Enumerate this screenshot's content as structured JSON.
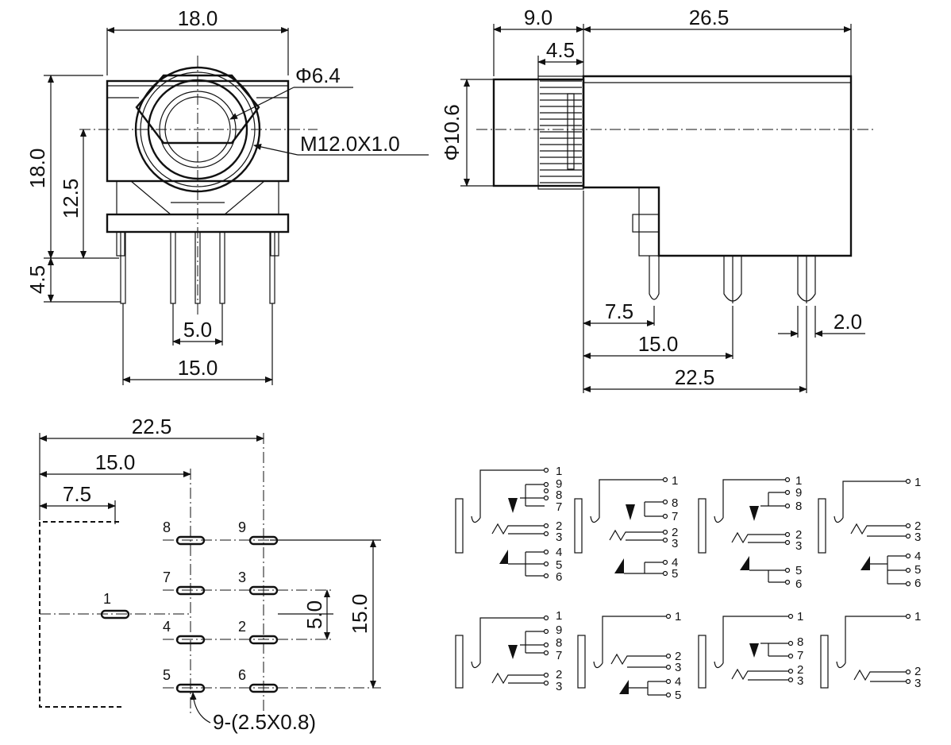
{
  "front_view": {
    "width": "18.0",
    "height": "18.0",
    "bore": "Φ6.4",
    "thread": "M12.0X1.0",
    "center_height": "12.5",
    "pin_length": "4.5",
    "inner_pitch": "5.0",
    "outer_pitch": "15.0"
  },
  "side_view": {
    "flange": "9.0",
    "thread_len": "4.5",
    "body_len": "26.5",
    "diameter": "Φ10.6",
    "pin1": "7.5",
    "pin2": "15.0",
    "pin3": "22.5",
    "pin_width": "2.0"
  },
  "pcb_layout": {
    "dim_total": "22.5",
    "dim_mid": "15.0",
    "dim_first": "7.5",
    "vert_small": "5.0",
    "vert_large": "15.0",
    "pad_note": "9-(2.5X0.8)",
    "pins": {
      "p1": "1",
      "p2": "2",
      "p3": "3",
      "p4": "4",
      "p5": "5",
      "p6": "6",
      "p7": "7",
      "p8": "8",
      "p9": "9"
    }
  },
  "schematics": [
    {
      "labels": [
        "1",
        "9",
        "8",
        "7",
        "2",
        "3",
        "4",
        "5",
        "6"
      ]
    },
    {
      "labels": [
        "1",
        "8",
        "7",
        "2",
        "3",
        "4",
        "5"
      ]
    },
    {
      "labels": [
        "1",
        "9",
        "8",
        "2",
        "3",
        "5",
        "6"
      ]
    },
    {
      "labels": [
        "1",
        "2",
        "3",
        "4",
        "5",
        "6"
      ]
    },
    {
      "labels": [
        "1",
        "9",
        "8",
        "7",
        "2",
        "3"
      ]
    },
    {
      "labels": [
        "1",
        "2",
        "3",
        "4",
        "5"
      ]
    },
    {
      "labels": [
        "1",
        "8",
        "7",
        "2",
        "3"
      ]
    },
    {
      "labels": [
        "1",
        "2",
        "3"
      ]
    }
  ]
}
